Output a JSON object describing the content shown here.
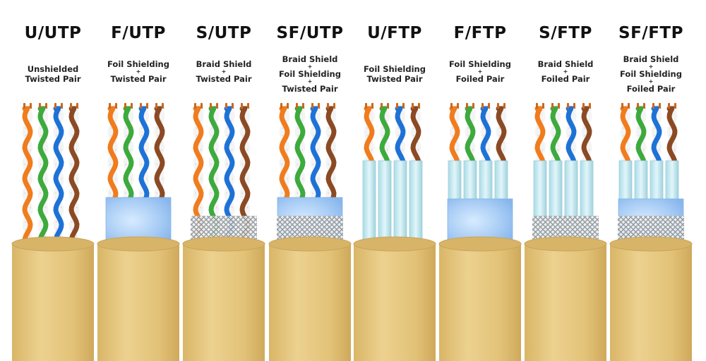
{
  "colors": {
    "jacket": "#e3c57c",
    "jacket_edge": "#c9a558",
    "foil": "#a9cdf5",
    "pair_foil": "#bfe6ee",
    "braid": "#b9bcbf",
    "pairs": [
      "#f07c1e",
      "#3daa3d",
      "#1e72d6",
      "#8b4a24"
    ]
  },
  "cables": [
    {
      "name": "U/UTP",
      "description": [
        "Unshielded",
        "Twisted Pair"
      ],
      "icons": [
        "twisted-pair-icon",
        "cable-jacket-icon"
      ]
    },
    {
      "name": "F/UTP",
      "description": [
        "Foil Shielding",
        "+",
        "Twisted Pair"
      ],
      "icons": [
        "twisted-pair-icon",
        "overall-foil-icon",
        "cable-jacket-icon"
      ]
    },
    {
      "name": "S/UTP",
      "description": [
        "Braid Shield",
        "+",
        "Twisted Pair"
      ],
      "icons": [
        "twisted-pair-icon",
        "braid-shield-icon",
        "cable-jacket-icon"
      ]
    },
    {
      "name": "SF/UTP",
      "description": [
        "Braid Shield",
        "+",
        "Foil Shielding",
        "+",
        "Twisted Pair"
      ],
      "icons": [
        "twisted-pair-icon",
        "overall-foil-icon",
        "braid-shield-icon",
        "cable-jacket-icon"
      ]
    },
    {
      "name": "U/FTP",
      "description": [
        "Foil Shielding",
        "Twisted Pair"
      ],
      "icons": [
        "twisted-pair-icon",
        "pair-foil-icon",
        "cable-jacket-icon"
      ]
    },
    {
      "name": "F/FTP",
      "description": [
        "Foil Shielding",
        "+",
        "Foiled Pair"
      ],
      "icons": [
        "twisted-pair-icon",
        "pair-foil-icon",
        "overall-foil-icon",
        "cable-jacket-icon"
      ]
    },
    {
      "name": "S/FTP",
      "description": [
        "Braid Shield",
        "+",
        "Foiled Pair"
      ],
      "icons": [
        "twisted-pair-icon",
        "pair-foil-icon",
        "braid-shield-icon",
        "cable-jacket-icon"
      ]
    },
    {
      "name": "SF/FTP",
      "description": [
        "Braid Shield",
        "+",
        "Foil Shielding",
        "+",
        "Foiled Pair"
      ],
      "icons": [
        "twisted-pair-icon",
        "pair-foil-icon",
        "overall-foil-icon",
        "braid-shield-icon",
        "cable-jacket-icon"
      ]
    }
  ]
}
